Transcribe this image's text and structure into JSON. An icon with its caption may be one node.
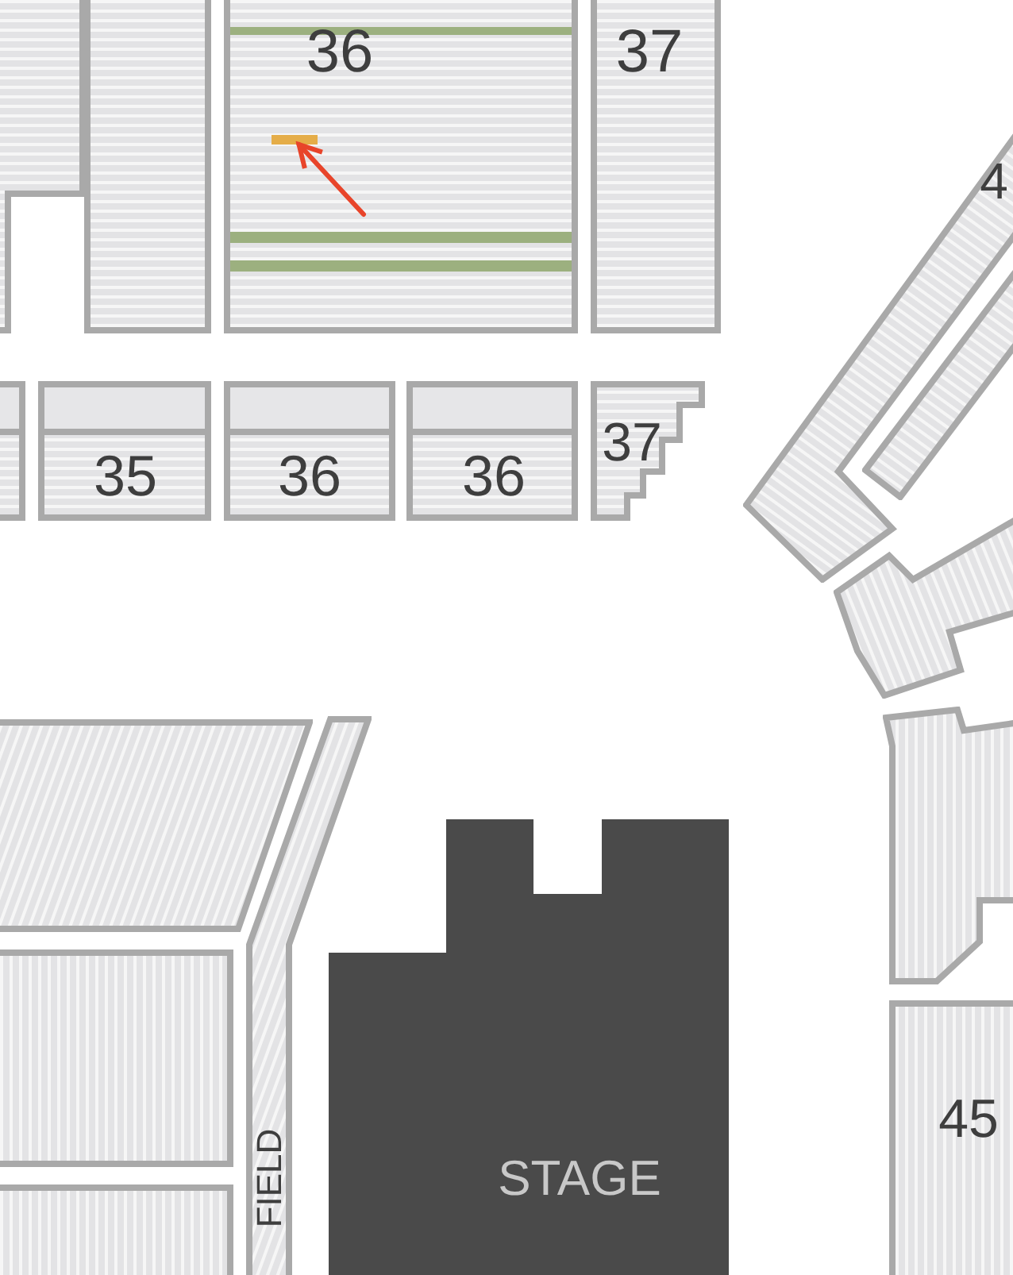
{
  "diagram": {
    "nodes": [
      {
        "text": [],
        "shape": "box"
      },
      {
        "text": [],
        "shape": "box"
      },
      {
        "text": [
          "36"
        ]
      },
      {
        "text": [],
        "shape": "bar",
        "in": 2
      },
      {
        "text": [
          "37"
        ]
      },
      {
        "text": [
          "4"
        ]
      },
      {
        "text": [],
        "shape": "box"
      },
      {
        "text": [],
        "shape": "box"
      },
      {
        "text": [
          "35"
        ]
      },
      {
        "text": [
          "36"
        ]
      },
      {
        "text": [
          "36"
        ]
      },
      {
        "text": [
          "37"
        ]
      },
      {
        "text": [],
        "shape": "box"
      },
      {
        "text": [],
        "shape": "box"
      },
      {
        "text": [],
        "shape": "box"
      },
      {
        "text": [
          "FIELD"
        ]
      },
      {
        "text": [],
        "shape": "box"
      },
      {
        "text": [
          "STAGE"
        ]
      },
      {
        "text": [],
        "shape": "box"
      },
      {
        "text": [
          "45"
        ]
      }
    ],
    "edges": [
      {
        "from": null,
        "to": 3,
        "arrow": "to"
      }
    ]
  }
}
